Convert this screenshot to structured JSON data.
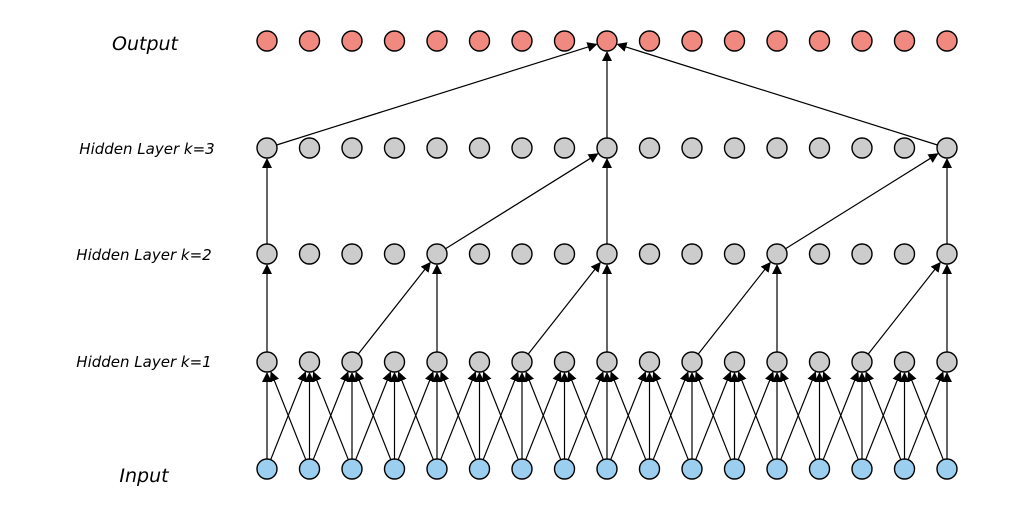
{
  "layers": [
    {
      "key": "output",
      "label": "Output",
      "nodes": 17,
      "fill": "#f08a80"
    },
    {
      "key": "hidden3",
      "label": "Hidden Layer k=3",
      "nodes": 17,
      "fill": "#cccccc"
    },
    {
      "key": "hidden2",
      "label": "Hidden Layer k=2",
      "nodes": 17,
      "fill": "#cccccc"
    },
    {
      "key": "hidden1",
      "label": "Hidden Layer k=1",
      "nodes": 17,
      "fill": "#cccccc"
    },
    {
      "key": "input",
      "label": "Input",
      "nodes": 17,
      "fill": "#9ccfef"
    }
  ],
  "stroke_color": "#000000",
  "edges": [
    {
      "from": "input",
      "to": "hidden1",
      "dilation": 1,
      "offsets": [
        -1,
        0,
        1
      ]
    },
    {
      "from": "hidden1",
      "to": "hidden2",
      "dilation": 2,
      "offsets": [
        -2,
        0
      ],
      "targets": [
        0,
        4,
        8,
        12,
        16
      ]
    },
    {
      "from": "hidden2",
      "to": "hidden3",
      "dilation": 4,
      "offsets": [
        -4,
        0
      ],
      "targets": [
        0,
        8,
        16
      ]
    },
    {
      "from": "hidden3",
      "to": "output",
      "dilation": 8,
      "offsets": [
        -8,
        0,
        8
      ],
      "targets": [
        8
      ]
    }
  ]
}
